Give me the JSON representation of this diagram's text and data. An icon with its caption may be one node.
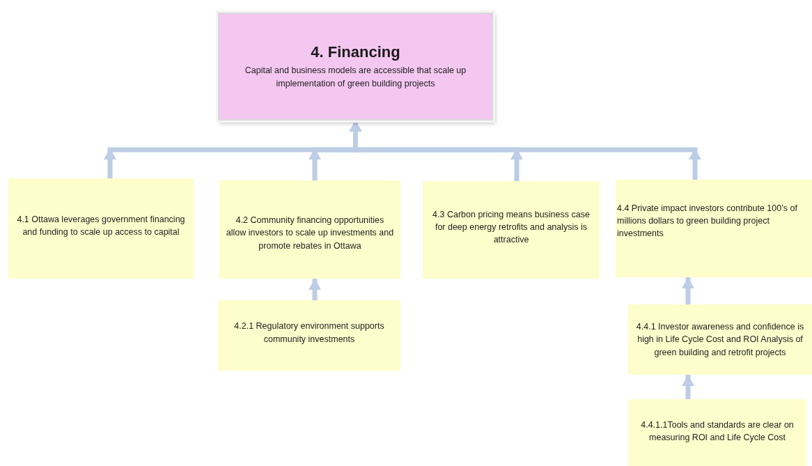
{
  "diagram": {
    "nodes": [
      {
        "text": [
          "4. Financing",
          "Capital and business models are accessible  that scale up implementation of green building projects"
        ]
      },
      {
        "text": [
          "4.1 Ottawa leverages government financing  and funding to scale up access to capital"
        ]
      },
      {
        "text": [
          "4.2 Community financing opportunities allow investors to scale up investments and promote rebates in Ottawa"
        ]
      },
      {
        "text": [
          "4.3 Carbon pricing means business  case for deep energy retrofits  and analysis is attractive"
        ]
      },
      {
        "text": [
          "4.4  Private  impact investors contribute 100’s of millions dollars to green building project investments"
        ]
      },
      {
        "text": [
          "4.2.1  Regulatory environment supports community investments"
        ]
      },
      {
        "text": [
          "4.4.1  Investor awareness  and confidence is high in Life Cycle Cost and ROI Analysis of green building and retrofit projects"
        ]
      },
      {
        "text": [
          "4.4.1.1Tools and standards are clear on measuring ROI and Life Cycle Cost"
        ]
      }
    ],
    "edges": [
      {
        "from": 1,
        "to": 0,
        "arrow": "to"
      },
      {
        "from": 2,
        "to": 0,
        "arrow": "to"
      },
      {
        "from": 3,
        "to": 0,
        "arrow": "to"
      },
      {
        "from": 4,
        "to": 0,
        "arrow": "to"
      },
      {
        "from": 5,
        "to": 2,
        "arrow": "to"
      },
      {
        "from": 6,
        "to": 4,
        "arrow": "to"
      },
      {
        "from": 7,
        "to": 6,
        "arrow": "to"
      }
    ]
  }
}
